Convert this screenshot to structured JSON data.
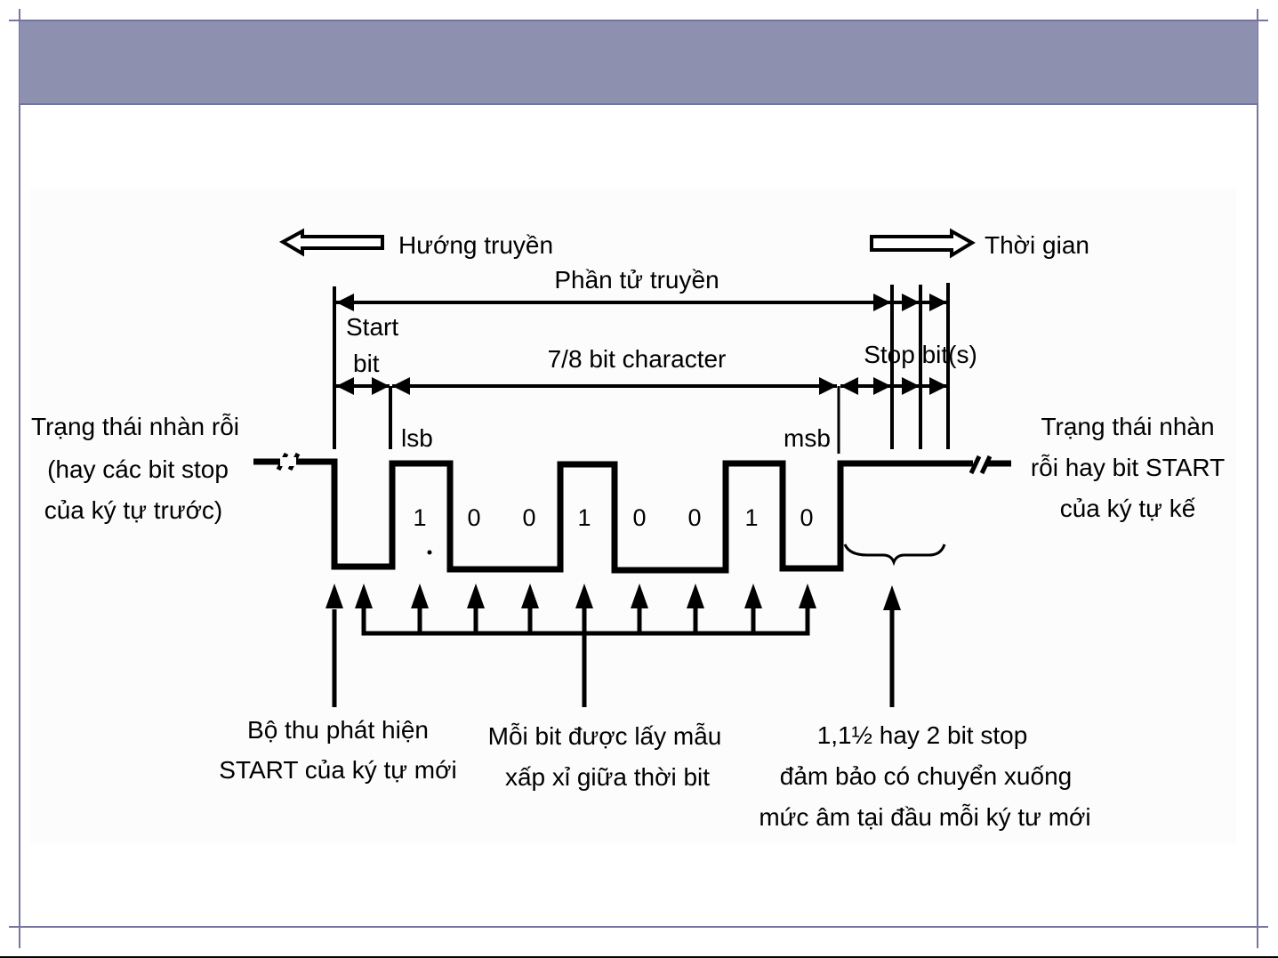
{
  "slide": {
    "header_title": "",
    "frame_color": "#7676a0",
    "header_color": "#8e90b0"
  },
  "diagram": {
    "direction_label": "Hướng truyền",
    "time_label": "Thời gian",
    "frame_label": "Phần tử truyền",
    "start_bit_label_line1": "Start",
    "start_bit_label_line2": "bit",
    "char_label": "7/8 bit character",
    "stop_bits_label": "Stop bit(s)",
    "lsb_label": "lsb",
    "msb_label": "msb",
    "idle_left": [
      "Trạng thái nhàn rỗi",
      "(hay các bit stop",
      "của ký tự trước)"
    ],
    "idle_right": [
      "Trạng thái nhàn",
      "rỗi hay bit START",
      "của ký tự kế"
    ],
    "data_bits": [
      "1",
      "0",
      "0",
      "1",
      "0",
      "0",
      "1",
      "0"
    ],
    "caption_start": [
      "Bộ thu phát hiện",
      "START của ký tự mới"
    ],
    "caption_sample": [
      "Mỗi bit được lấy mẫu",
      "xấp xỉ giữa thời bit"
    ],
    "caption_stop": [
      "1,1½ hay 2 bit stop",
      "đảm bảo có chuyển xuống",
      "mức âm tại đầu mỗi ký tư mới"
    ]
  }
}
